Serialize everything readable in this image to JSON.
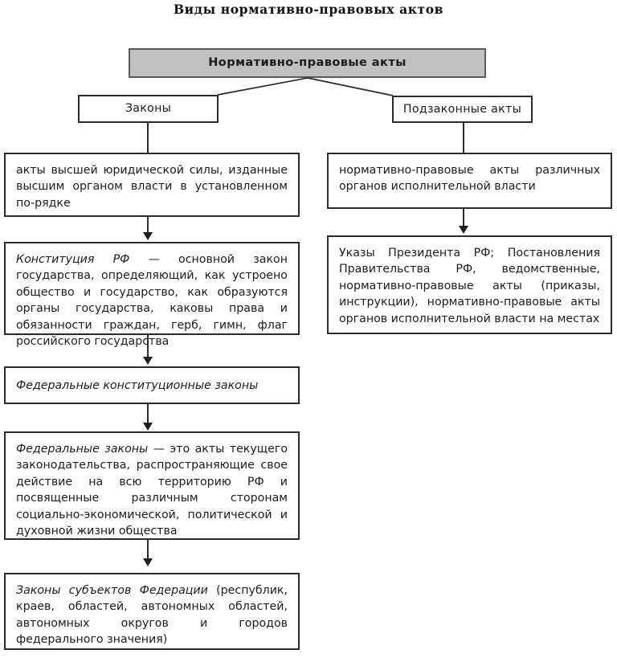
{
  "title": "Виды нормативно-правовых актов",
  "root": {
    "label": "Нормативно-правовые акты",
    "fill": "#c0c0c0"
  },
  "branches": {
    "left": {
      "label": "Законы"
    },
    "right": {
      "label": "Подзаконные акты"
    }
  },
  "left_column": [
    {
      "name": "laws-definition",
      "emphasis": "",
      "text": "акты высшей юридической силы, изданные высшим органом власти в установленном по-рядке"
    },
    {
      "name": "constitution",
      "emphasis": "Конституция РФ",
      "text": " — основной закон государства, определяющий, как устроено общество и государство, как образуются органы государства, каковы права и обязанности граждан, герб, гимн, флаг российского государства"
    },
    {
      "name": "federal-constitutional-laws",
      "emphasis": "Федеральные конституционные законы",
      "text": ""
    },
    {
      "name": "federal-laws",
      "emphasis": "Федеральные законы",
      "text": " — это акты текущего законодательства, распространяющие свое действие на всю территорию РФ и посвященные различным сторонам социально-экономической, политической и духовной жизни общества"
    },
    {
      "name": "subject-laws",
      "emphasis": "Законы субъектов Федерации",
      "text": " (республик, краев, областей, автономных областей, автономных округов и городов федерального значения)"
    }
  ],
  "right_column": [
    {
      "name": "bylaws-definition",
      "emphasis": "",
      "text": "нормативно-правовые акты различных органов исполнительной власти"
    },
    {
      "name": "bylaws-examples",
      "emphasis": "",
      "text": "Указы Президента РФ; Постановления Правительства РФ, ведомственные, нормативно-правовые акты (приказы, инструкции), нормативно-правовые акты органов исполнительной власти на местах"
    }
  ],
  "colors": {
    "border": "#2b2b2b",
    "root_fill": "#c0c0c0",
    "text": "#1c1c1c",
    "connector": "#2b2b2b"
  }
}
